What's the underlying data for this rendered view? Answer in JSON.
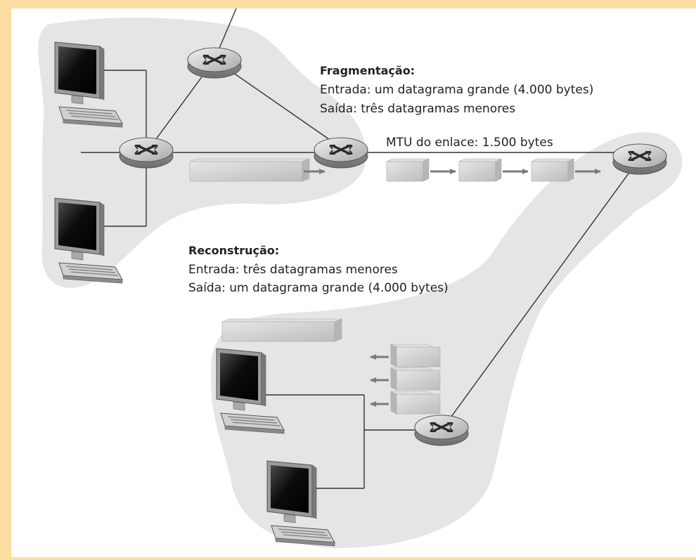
{
  "fragmentation": {
    "title": "Fragmentação:",
    "input": "Entrada: um datagrama grande (4.000 bytes)",
    "output": "Saída: três datagramas menores"
  },
  "link_mtu": "MTU do enlace: 1.500 bytes",
  "reassembly": {
    "title": "Reconstrução:",
    "input": "Entrada: três datagramas menores",
    "output": "Saída: um datagrama grande (4.000 bytes)"
  },
  "colors": {
    "frame": "#fddea2",
    "canvas": "#ffffff",
    "cloud": "#e5e5e5",
    "datagram": "#c9c9c9",
    "arrow": "#7a7a7a",
    "router": "#bdbdbd"
  },
  "icons": [
    "router-icon",
    "computer-icon",
    "arrow-icon"
  ]
}
